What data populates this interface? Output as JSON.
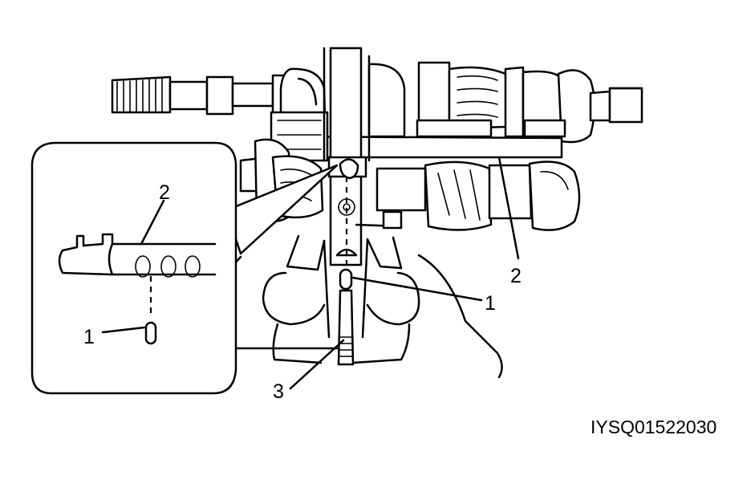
{
  "callouts": {
    "main_1": "1",
    "main_2": "2",
    "main_3": "3",
    "inset_1": "1",
    "inset_2": "2"
  },
  "figure_code": "IYSQ01522030"
}
